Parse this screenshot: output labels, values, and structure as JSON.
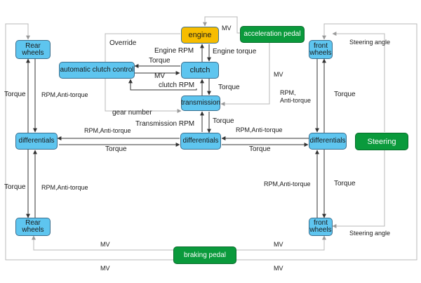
{
  "colors": {
    "component_blue": "#5ec5ef",
    "engine_yellow": "#f7bd00",
    "control_green": "#0a9a3c",
    "arrow": "#333333",
    "feedback_line": "#b8b8b8"
  },
  "nodes": {
    "engine": "engine",
    "acceleration_pedal": "acceleration pedal",
    "clutch": "clutch",
    "automatic_clutch_control": "automatic clutch control",
    "transmission": "transmission",
    "differentials_left": "differentials",
    "differentials_center": "differentials",
    "differentials_right": "differentials",
    "rear_wheels_top": "Rear\nwheels",
    "rear_wheels_bottom": "Rear\nwheels",
    "front_wheels_top": "front\nwheels",
    "front_wheels_bottom": "front\nwheels",
    "steering": "Steering",
    "braking_pedal": "braking pedal"
  },
  "labels": {
    "override": "Override",
    "mv_accel_to_engine": "MV",
    "engine_rpm": "Engine RPM",
    "engine_torque": "Engine torque",
    "torque_clutch_to_control": "Torque",
    "mv_control_to_clutch": "MV",
    "clutch_rpm": "clutch RPM",
    "torque_clutch_to_transmission": "Torque",
    "mv_accel_to_transmission": "MV",
    "rpm_anti_torque_transmission": "RPM,\nAnti-torque",
    "gear_number": "gear number",
    "transmission_rpm": "Transmission RPM",
    "torque_transmission_to_diff": "Torque",
    "rpm_anti_torque_left_link": "RPM,Anti-torque",
    "torque_left_link": "Torque",
    "rpm_anti_torque_right_link": "RPM,Anti-torque",
    "torque_right_link": "Torque",
    "torque_rear_top": "Torque",
    "rpm_anti_torque_rear_top": "RPM,Anti-torque",
    "torque_rear_bottom": "Torque",
    "rpm_anti_torque_rear_bottom": "RPM,Anti-torque",
    "torque_front_top": "Torque",
    "rpm_anti_torque_front_bottom": "RPM,Anti-torque",
    "torque_front_bottom": "Torque",
    "steering_angle_top": "Steering angle",
    "steering_angle_bottom": "Steering angle",
    "mv_brake_left_inner": "MV",
    "mv_brake_right_inner": "MV",
    "mv_brake_left_outer": "MV",
    "mv_brake_right_outer": "MV"
  }
}
